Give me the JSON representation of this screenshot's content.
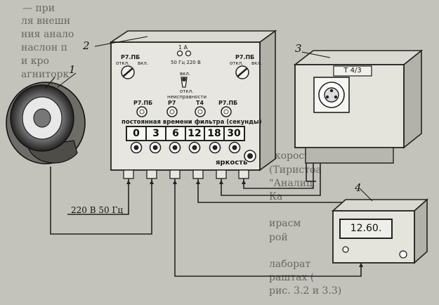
{
  "background_text": [
    "— при",
    "ля внешн",
    "ния анало",
    "наслон п",
    "и кро",
    "агниторк",
    "скорост",
    "(Тиристоа",
    "\"Аналиц",
    "Ка",
    "ирасм",
    "рой",
    "лаборат",
    "раштах (",
    "рис. 3.2 и 3.3)"
  ],
  "callouts": {
    "n1": "1",
    "n2": "2",
    "n3": "3",
    "n4": "4"
  },
  "supply_label": "220 В 50 Гц",
  "panel": {
    "top_center": {
      "fuse": "1 А",
      "mains": "50 Гц 220 В"
    },
    "switch_left": {
      "name": "Р7.ПБ",
      "off": "откл.",
      "on": "вкл."
    },
    "switch_right": {
      "name": "Р7.ПБ",
      "off": "откл.",
      "on": "вкл."
    },
    "fault_switch": {
      "on": "вкл.",
      "off_line1": "откл.",
      "off_line2": "неисправности"
    },
    "indicators": [
      "Р7.ПБ",
      "Р7",
      "Т4",
      "Р7.ПБ"
    ],
    "filter_title": "постоянная времени фильтра (секунды)",
    "filter_values": [
      "0",
      "3",
      "6",
      "12",
      "18",
      "30"
    ],
    "brightness_label": "яркость"
  },
  "device3": {
    "label": "Т 4/3"
  },
  "device4": {
    "display": "12.60."
  }
}
